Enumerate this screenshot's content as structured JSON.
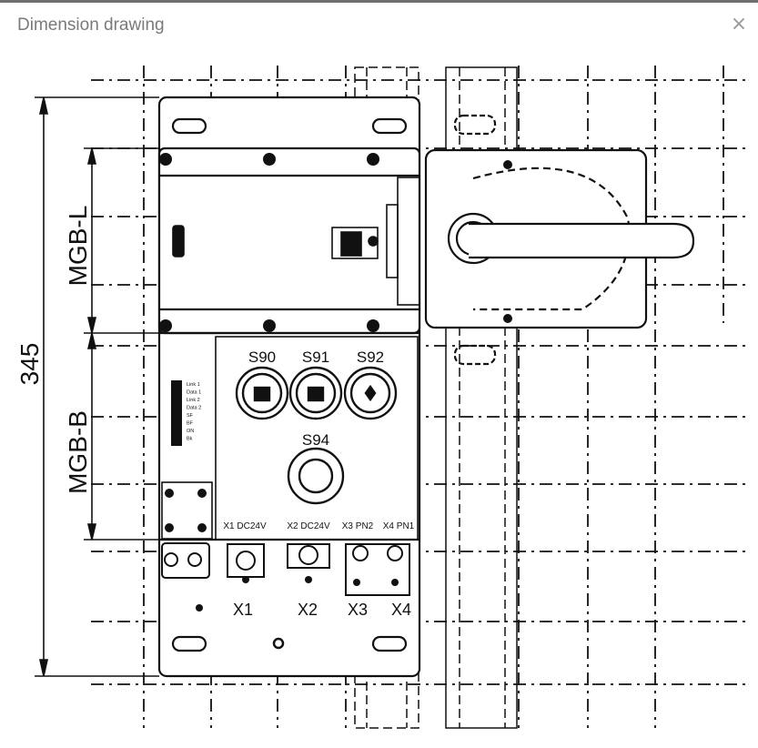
{
  "dialog": {
    "title": "Dimension drawing",
    "close_glyph": "×",
    "close_icon": "close-icon"
  },
  "drawing": {
    "dimension_total": "345",
    "dimension_upper": "MGB-L",
    "dimension_lower": "MGB-B",
    "buttons": [
      "S90",
      "S91",
      "S92",
      "S94"
    ],
    "connector_labels": [
      "X1 DC24V",
      "X2 DC24V",
      "X3 PN2",
      "X4 PN1"
    ],
    "connector_ids": [
      "X1",
      "X2",
      "X3",
      "X4"
    ],
    "leds": [
      "Link 1",
      "Data 1",
      "Link 2",
      "Data 2",
      "SF",
      "BF",
      "ON",
      "Bk"
    ]
  }
}
